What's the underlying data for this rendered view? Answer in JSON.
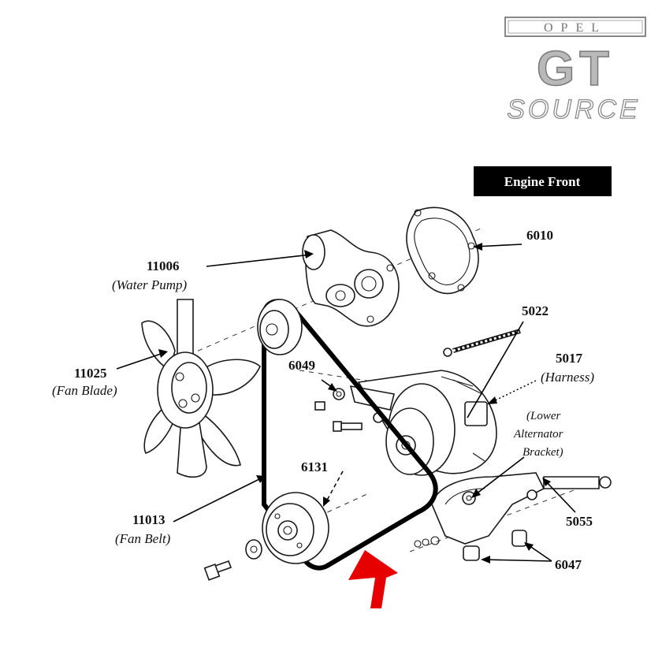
{
  "logo": {
    "line1": "OPEL",
    "line2": "GT",
    "line3": "SOURCE"
  },
  "badge": {
    "text": "Engine Front",
    "bg_color": "#000000",
    "text_color": "#ffffff"
  },
  "callouts": [
    {
      "id": "6010",
      "number": "6010",
      "name": ""
    },
    {
      "id": "11006",
      "number": "11006",
      "name": "(Water Pump)"
    },
    {
      "id": "5022",
      "number": "5022",
      "name": ""
    },
    {
      "id": "5017",
      "number": "5017",
      "name": "(Harness)"
    },
    {
      "id": "6049",
      "number": "6049",
      "name": ""
    },
    {
      "id": "11025",
      "number": "11025",
      "name": "(Fan Blade)"
    },
    {
      "id": "lower-bracket",
      "number": "",
      "name": "(Lower",
      "name2": "Alternator",
      "name3": "Bracket)"
    },
    {
      "id": "6131",
      "number": "6131",
      "name": ""
    },
    {
      "id": "11013",
      "number": "11013",
      "name": "(Fan Belt)"
    },
    {
      "id": "5055",
      "number": "5055",
      "name": ""
    },
    {
      "id": "6047",
      "number": "6047",
      "name": ""
    }
  ],
  "arrow": {
    "color": "#e60000",
    "icon": "red-up-arrow-icon"
  }
}
